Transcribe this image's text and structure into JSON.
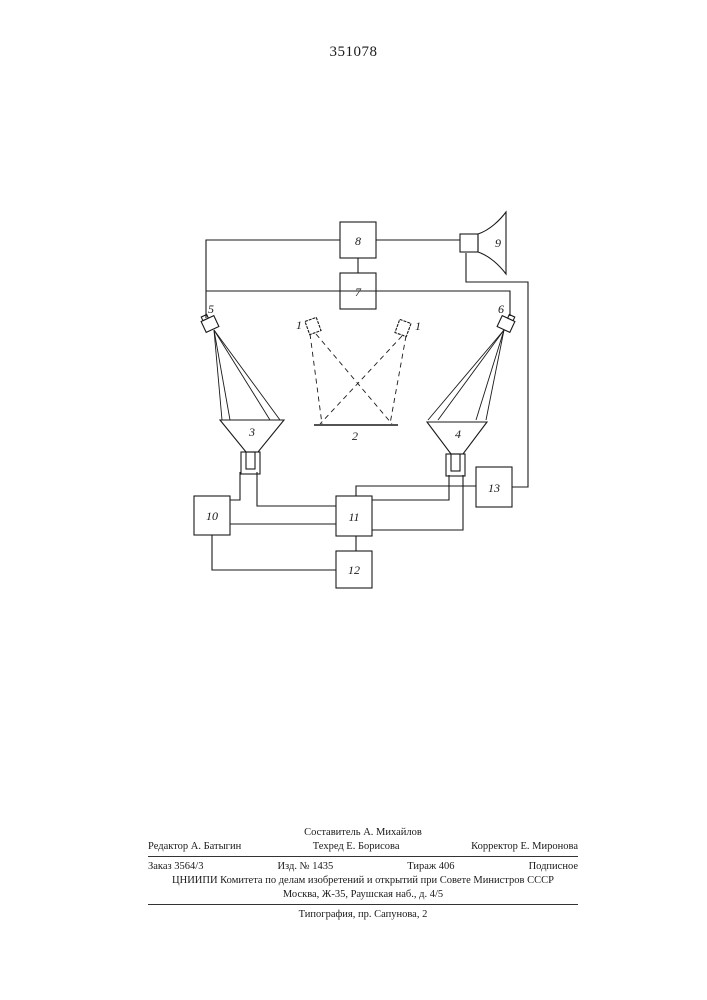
{
  "header": {
    "patent_number": "351078"
  },
  "diagram": {
    "blocks": [
      {
        "id": "block-8",
        "label": "8"
      },
      {
        "id": "block-7",
        "label": "7"
      },
      {
        "id": "block-10",
        "label": "10"
      },
      {
        "id": "block-11",
        "label": "11"
      },
      {
        "id": "block-12",
        "label": "12"
      },
      {
        "id": "block-13",
        "label": "13"
      }
    ],
    "device_labels": {
      "monitor": "9",
      "camera_left": "5",
      "camera_right": "6",
      "screen_left": "3",
      "screen_right": "4",
      "projector_left": "1",
      "projector_right": "1",
      "object_plane": "2"
    }
  },
  "imprint": {
    "compiler": "Составитель А. Михайлов",
    "editor": "Редактор А. Батыгин",
    "tech_editor": "Техред Е. Борисова",
    "corrector": "Корректор Е. Миронова",
    "order": "Заказ 3564/3",
    "edition": "Изд. № 1435",
    "circulation": "Тираж 406",
    "subscription": "Подписное",
    "institute": "ЦНИИПИ Комитета по делам изобретений и открытий при Совете Министров СССР",
    "address": "Москва, Ж-35, Раушская наб., д. 4/5",
    "printing": "Типография, пр. Сапунова, 2"
  }
}
